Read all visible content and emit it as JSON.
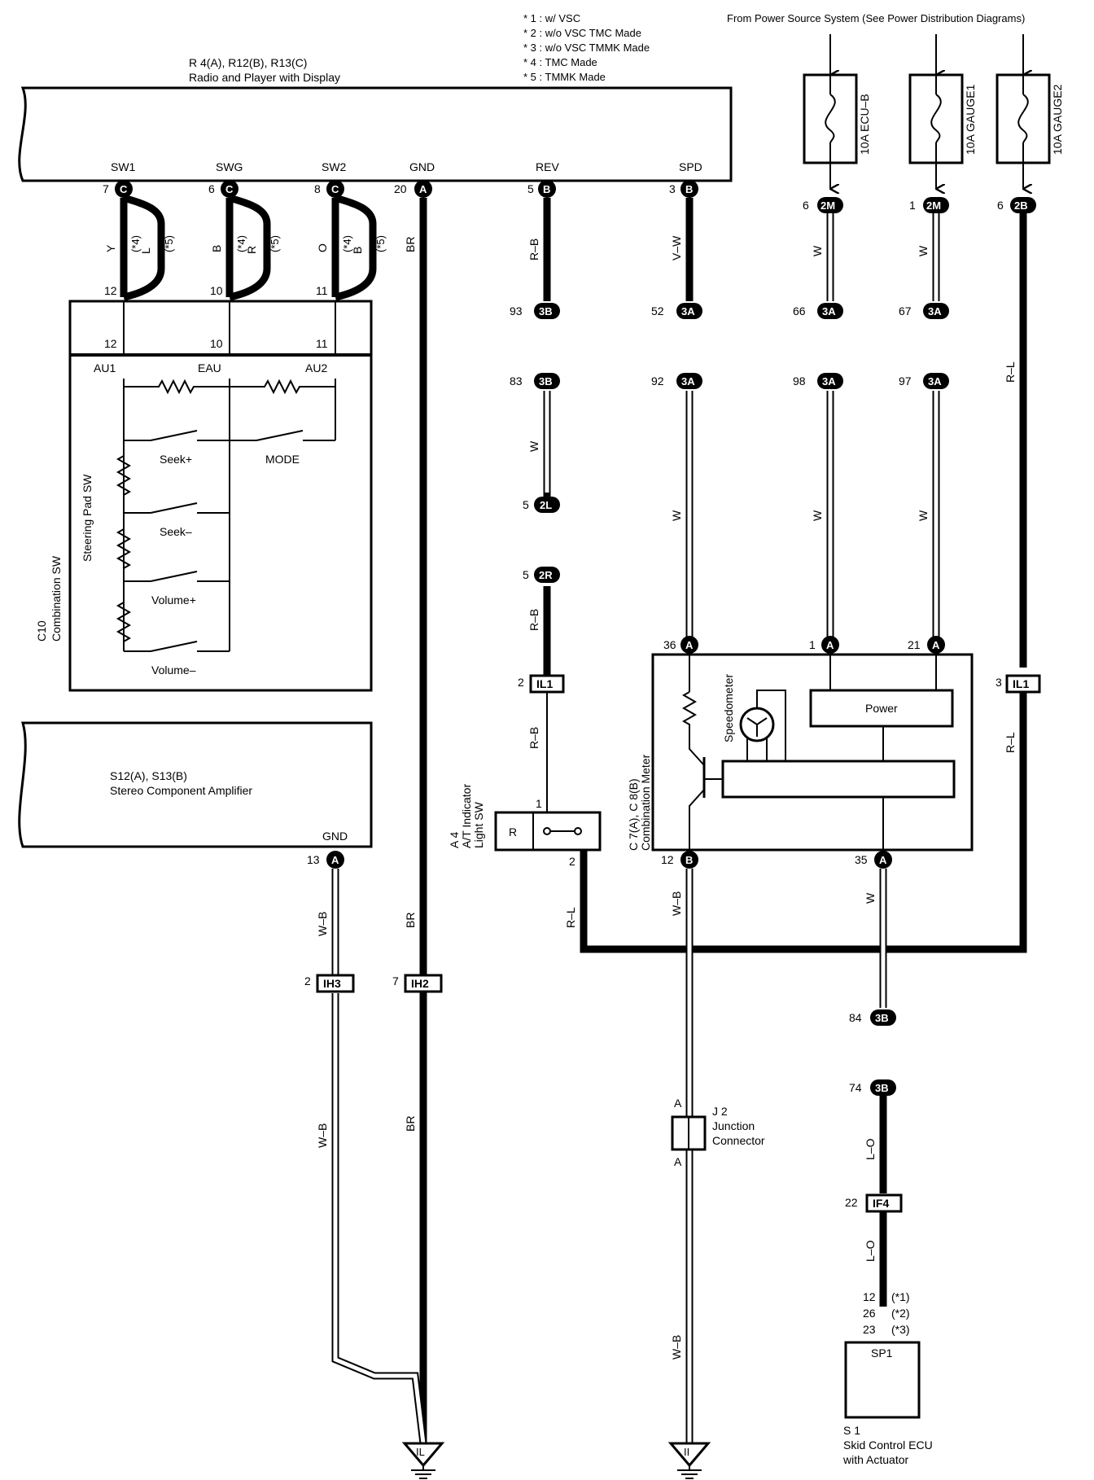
{
  "notes": [
    "* 1 : w/ VSC",
    "* 2 : w/o VSC TMC Made",
    "* 3 : w/o VSC TMMK Made",
    "* 4 : TMC Made",
    "* 5 : TMMK Made"
  ],
  "power_source": "From Power Source System (See Power Distribution Diagrams)",
  "fuses": [
    "10A ECU–B",
    "10A GAUGE1",
    "10A GAUGE2"
  ],
  "radio": {
    "ref": "R 4(A), R12(B), R13(C)",
    "name": "Radio and Player with Display",
    "pins": [
      "SW1",
      "SWG",
      "SW2",
      "GND",
      "REV",
      "SPD"
    ],
    "pin_nums": [
      "7",
      "6",
      "8",
      "20",
      "5",
      "3"
    ],
    "pin_conn": [
      "C",
      "C",
      "C",
      "A",
      "B",
      "B"
    ]
  },
  "combo_sw": {
    "ref": "C10",
    "name": "Combination SW",
    "sub": "Steering Pad SW",
    "top_pins": [
      "12",
      "10",
      "11"
    ],
    "inner_pins": [
      "12",
      "10",
      "11"
    ],
    "terms": [
      "AU1",
      "EAU",
      "AU2"
    ],
    "switches": [
      "Seek+",
      "MODE",
      "Seek–",
      "Volume+",
      "Volume–"
    ]
  },
  "shield_labels": [
    "(*4)",
    "(*5)"
  ],
  "wire_colors_top": [
    "Y",
    "L",
    "B",
    "R",
    "O",
    "B"
  ],
  "amplifier": {
    "ref": "S12(A), S13(B)",
    "name": "Stereo Component Amplifier",
    "pin": "GND",
    "pin_num": "13",
    "pin_conn": "A"
  },
  "wires": {
    "br": "BR",
    "rb": "R–B",
    "vw": "V–W",
    "w": "W",
    "rl": "R–L",
    "wb": "W–B",
    "lo": "L–O"
  },
  "connectors": {
    "c93": {
      "num": "93",
      "id": "3B"
    },
    "c83": {
      "num": "83",
      "id": "3B"
    },
    "c52": {
      "num": "52",
      "id": "3A"
    },
    "c92": {
      "num": "92",
      "id": "3A"
    },
    "c66": {
      "num": "66",
      "id": "3A"
    },
    "c98": {
      "num": "98",
      "id": "3A"
    },
    "c67": {
      "num": "67",
      "id": "3A"
    },
    "c97": {
      "num": "97",
      "id": "3A"
    },
    "c2l": {
      "num": "5",
      "id": "2L"
    },
    "c2r": {
      "num": "5",
      "id": "2R"
    },
    "c2m1": {
      "num": "6",
      "id": "2M"
    },
    "c2m2": {
      "num": "1",
      "id": "2M"
    },
    "c2b": {
      "num": "6",
      "id": "2B"
    },
    "c84": {
      "num": "84",
      "id": "3B"
    },
    "c74": {
      "num": "74",
      "id": "3B"
    }
  },
  "junctions": {
    "il1a": {
      "num": "2",
      "id": "IL1"
    },
    "il1b": {
      "num": "3",
      "id": "IL1"
    },
    "ih3": {
      "num": "2",
      "id": "IH3"
    },
    "ih2": {
      "num": "7",
      "id": "IH2"
    },
    "if4": {
      "num": "22",
      "id": "IF4"
    }
  },
  "at_sw": {
    "ref": "A 4",
    "name1": "A/T Indicator",
    "name2": "Light SW",
    "r": "R",
    "pin1": "1",
    "pin2": "2"
  },
  "meter": {
    "ref": "C 7(A), C 8(B)",
    "name": "Combination Meter",
    "speedometer": "Speedometer",
    "power": "Power",
    "pins": [
      {
        "num": "36",
        "conn": "A"
      },
      {
        "num": "1",
        "conn": "A"
      },
      {
        "num": "21",
        "conn": "A"
      },
      {
        "num": "12",
        "conn": "B"
      },
      {
        "num": "35",
        "conn": "A"
      }
    ]
  },
  "j2": {
    "ref": "J 2",
    "name1": "Junction",
    "name2": "Connector",
    "a": "A"
  },
  "sp1": {
    "label": "SP1",
    "ref": "S 1",
    "name1": "Skid Control ECU",
    "name2": "with Actuator",
    "pins": [
      "12",
      "26",
      "23"
    ],
    "notes": [
      "(*1)",
      "(*2)",
      "(*3)"
    ]
  },
  "grounds": [
    "IL",
    "II"
  ]
}
